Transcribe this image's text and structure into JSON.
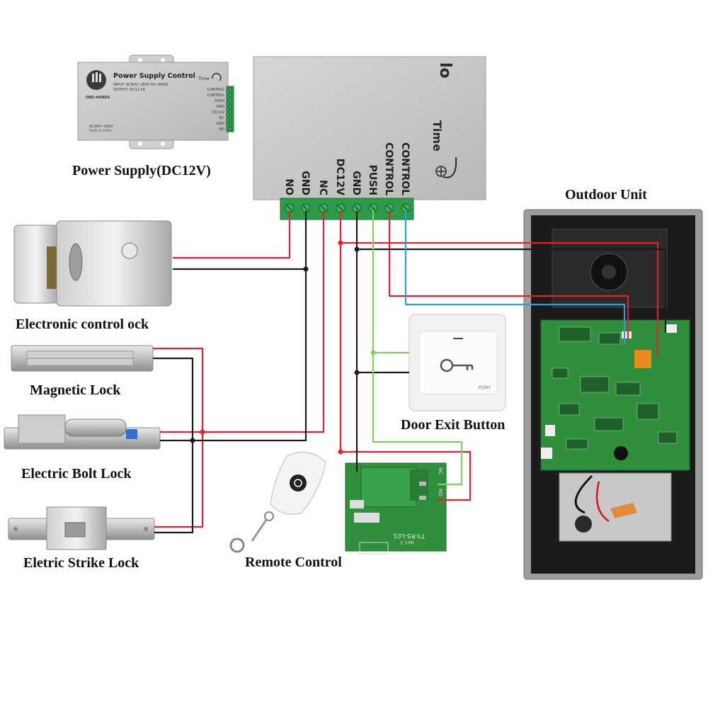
{
  "labels": {
    "power_supply": "Power Supply(DC12V)",
    "outdoor_unit": "Outdoor Unit",
    "electronic_lock": "Electronic control ock",
    "magnetic_lock": "Magnetic Lock",
    "bolt_lock": "Electric Bolt Lock",
    "exit_button": "Door Exit Button",
    "strike_lock": "Eletric Strike Lock",
    "remote_control": "Remote Control"
  },
  "controller": {
    "title_fragment": "lo",
    "time_label": "Time",
    "terminals": [
      "NO",
      "GND",
      "NC",
      "DC12V",
      "GND",
      "PUSH",
      "CONTROL",
      "CONTROL"
    ]
  },
  "psu_unit": {
    "title": "Power Supply Control",
    "input": "INPUT: AC90V~260V 50~60HZ",
    "output": "OUTPUT: DC12 5A",
    "brand": "OBO HANDS",
    "rating": "AC90V~260V",
    "made_in": "MADE IN CHINA",
    "time_label": "Time",
    "side_terminals": [
      "CONTROL",
      "CONTROL",
      "PUSH",
      "GND",
      "DC12V",
      "NC",
      "GND",
      "NO"
    ]
  },
  "exit_button": {
    "push_text": "PUSH"
  },
  "relay_board": {
    "model": "TY-RS-L01",
    "version": "Ver1.3",
    "pin_nc": "NC",
    "pin_no": "NO"
  },
  "colors": {
    "wire_red": "#e8202a",
    "wire_black": "#1a1a1a",
    "wire_green": "#7fd35a",
    "wire_blue": "#2f9be8",
    "terminal_green": "#2e9b4a",
    "pcb_green": "#2f8f3c"
  }
}
